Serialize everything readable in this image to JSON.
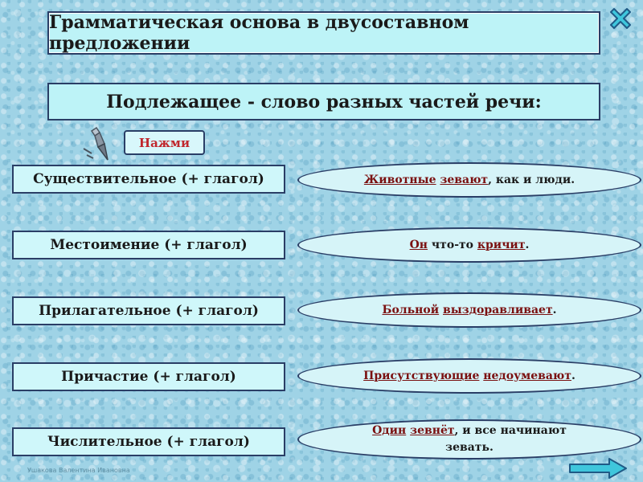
{
  "title": "Грамматическая основа в двусоставном предложении",
  "subtitle": "Подлежащее - слово разных частей речи:",
  "press_button": "Нажми",
  "rows": [
    {
      "label": "Существительное (+ глагол)",
      "example": [
        {
          "t": "Животные",
          "u": true
        },
        {
          "t": " ",
          "u": false
        },
        {
          "t": "зевают",
          "u": true
        },
        {
          "t": ", как и люди.",
          "u": false
        }
      ]
    },
    {
      "label": "Местоимение (+ глагол)",
      "example": [
        {
          "t": "Он",
          "u": true
        },
        {
          "t": " что-то ",
          "u": false
        },
        {
          "t": "кричит",
          "u": true
        },
        {
          "t": ".",
          "u": false
        }
      ]
    },
    {
      "label": "Прилагательное (+ глагол)",
      "example": [
        {
          "t": "Больной",
          "u": true
        },
        {
          "t": " ",
          "u": false
        },
        {
          "t": "выздоравливает",
          "u": true
        },
        {
          "t": ".",
          "u": false
        }
      ]
    },
    {
      "label": "Причастие (+ глагол)",
      "example": [
        {
          "t": "Присутствующие",
          "u": true
        },
        {
          "t": " ",
          "u": false
        },
        {
          "t": "недоумевают",
          "u": true
        },
        {
          "t": ".",
          "u": false
        }
      ]
    },
    {
      "label": "Числительное (+ глагол)",
      "example": [
        {
          "t": "Один",
          "u": true
        },
        {
          "t": " ",
          "u": false
        },
        {
          "t": "зевнёт",
          "u": true
        },
        {
          "t": ", и все начинают зевать.",
          "u": false
        }
      ]
    }
  ],
  "author": "Ушакова Валентина Ивановна",
  "icons": {
    "close": "close-x-icon",
    "pointer": "pointer-icon",
    "next": "next-arrow-icon"
  },
  "colors": {
    "box_fill": "#bdf3f7",
    "border": "#2a3e66",
    "underline_text": "#7a1010",
    "press_text": "#c0272d"
  }
}
